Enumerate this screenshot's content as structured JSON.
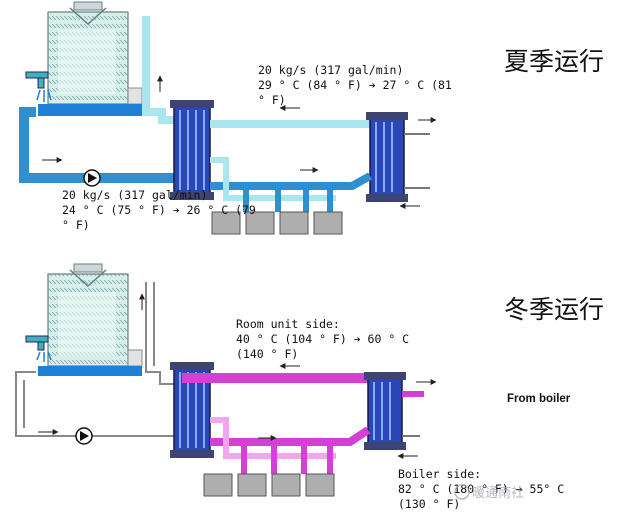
{
  "summer": {
    "title": "夏季运行",
    "flow_right": {
      "line1": "20 kg/s (317 gal/min)",
      "line2": "29 ° C (84 ° F) ➔ 27 ° C (81",
      "line3": "° F)"
    },
    "flow_left": {
      "line1": "20 kg/s (317 gal/min)",
      "line2": "24 ° C (75 ° F) ➔ 26 ° C (79",
      "line3": "° F)"
    }
  },
  "winter": {
    "title": "冬季运行",
    "room_unit": {
      "line1": "Room unit side:",
      "line2": "40 ° C (104 ° F) ➔ 60 ° C",
      "line3": "(140 ° F)"
    },
    "from_boiler": "From boiler",
    "boiler_side": {
      "line1": "Boiler side:",
      "line2": "82 ° C (180 ° F) ➔ 55° C",
      "line3": "(130 ° F)"
    }
  },
  "watermark": "暖通南社",
  "colors": {
    "hot_pink": "#d63fd3",
    "light_pink": "#f2a6ee",
    "blue": "#2f8fd0",
    "light_blue": "#a9e6ee",
    "exchanger_blue": "#2c46b8"
  }
}
